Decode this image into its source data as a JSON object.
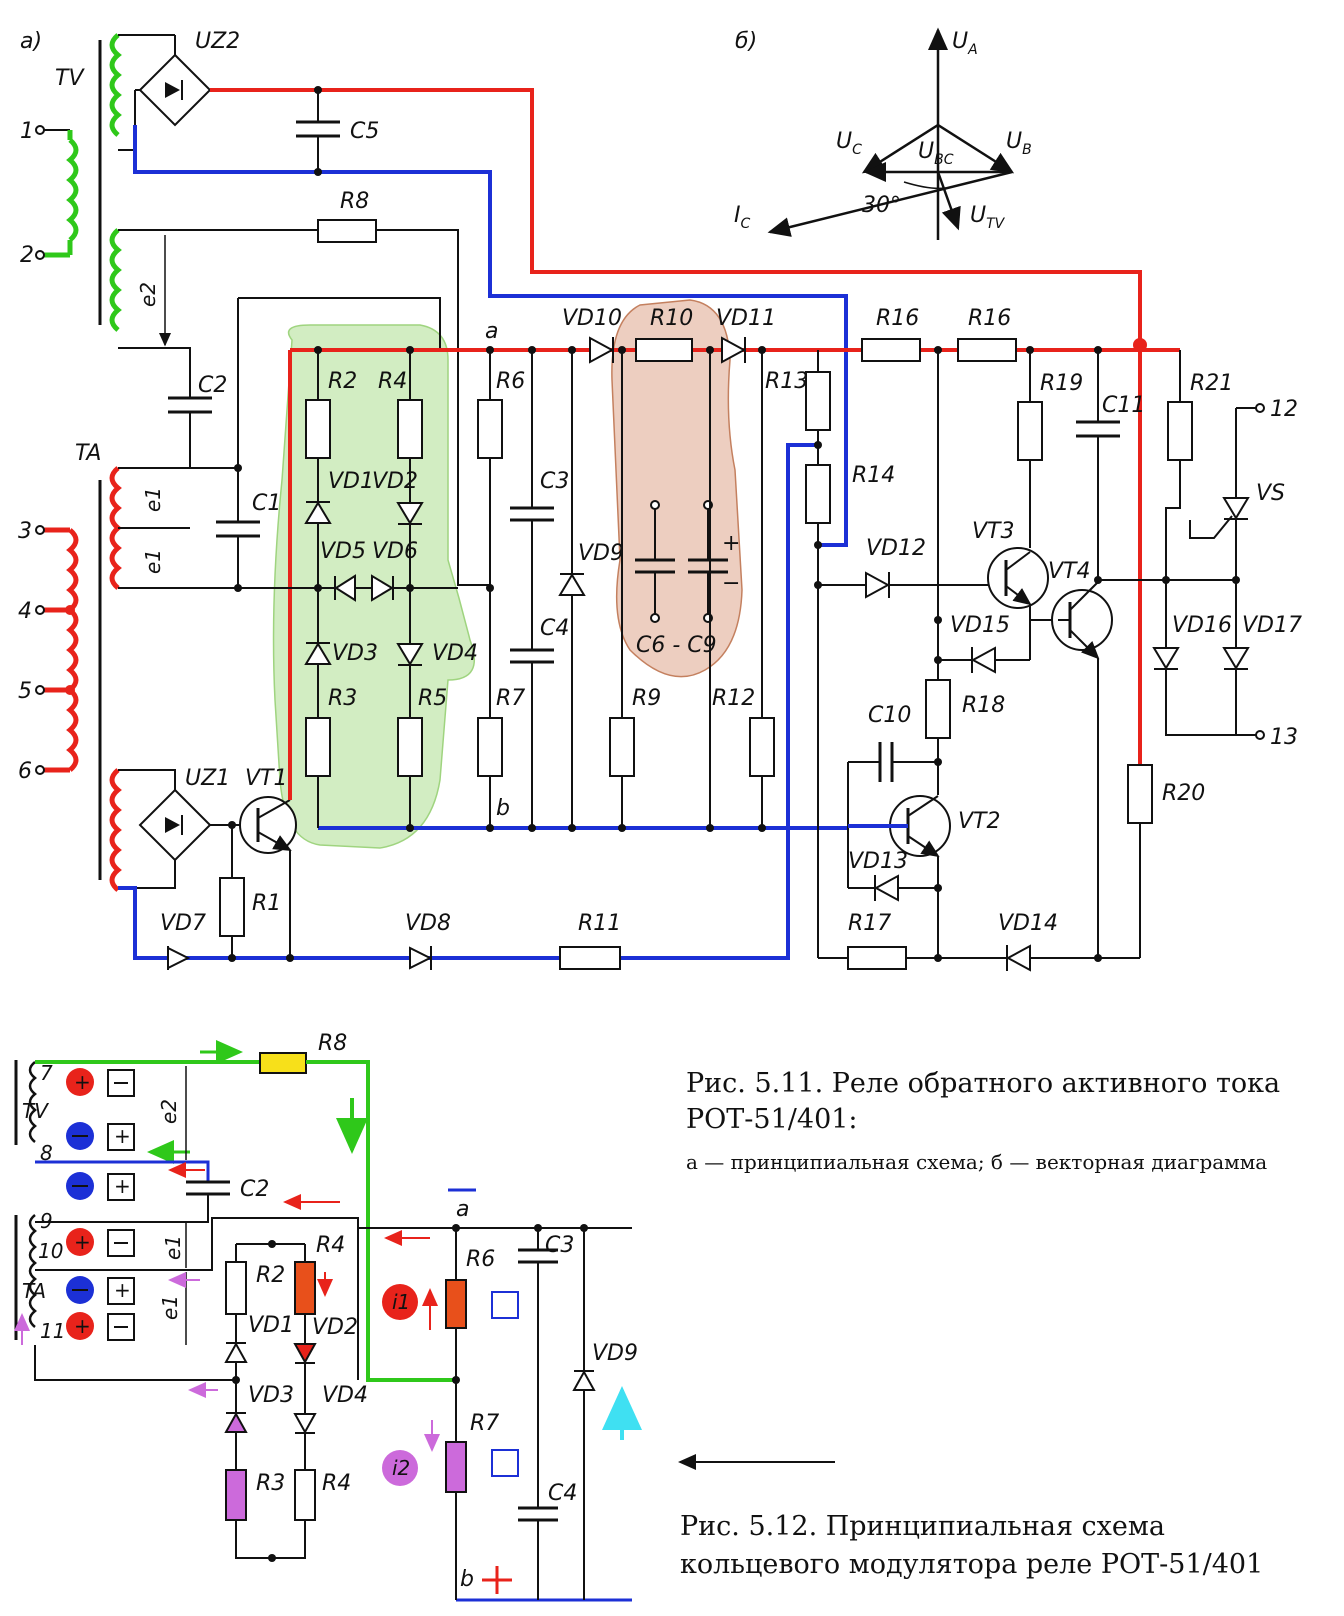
{
  "colors": {
    "red_wire": "#e8231b",
    "blue_wire": "#1c30d6",
    "green_wire": "#2fc81a",
    "green_highlight": "#bfe6a8",
    "brown_highlight": "#e8c2b0",
    "yellow_resistor": "#f7e01a",
    "orange_resistor": "#e8501b",
    "magenta_resistor": "#cc6adb",
    "cyan_arrow": "#3fe0f2"
  },
  "fig_a": {
    "panel_label": "а)",
    "transformers": {
      "tv": "TV",
      "ta": "TA"
    },
    "terminals": [
      "1",
      "2",
      "3",
      "4",
      "5",
      "6",
      "12",
      "13"
    ],
    "emf": {
      "e2": "e2",
      "e1_top": "e1",
      "e1_bot": "e1"
    },
    "nodes": {
      "a": "a",
      "b": "b"
    },
    "bridges": {
      "uz2": "UZ2",
      "uz1": "UZ1"
    },
    "transistors": {
      "vt1": "VT1",
      "vt2": "VT2",
      "vt3": "VT3",
      "vt4": "VT4",
      "vs": "VS"
    },
    "capacitors": {
      "c1": "C1",
      "c2": "C2",
      "c3": "C3",
      "c4": "C4",
      "c5": "C5",
      "c10": "C10",
      "c11": "C11",
      "c6c9": "C6 - C9",
      "plus": "+",
      "minus": "−"
    },
    "resistors": {
      "r1": "R1",
      "r2": "R2",
      "r3": "R3",
      "r4": "R4",
      "r5": "R5",
      "r6": "R6",
      "r7": "R7",
      "r8": "R8",
      "r9": "R9",
      "r10": "R10",
      "r11": "R11",
      "r12": "R12",
      "r13": "R13",
      "r14": "R14",
      "r16a": "R16",
      "r16b": "R16",
      "r17": "R17",
      "r18": "R18",
      "r19": "R19",
      "r20": "R20",
      "r21": "R21"
    },
    "diodes": {
      "vd1": "VD1",
      "vd2": "VD2",
      "vd3": "VD3",
      "vd4": "VD4",
      "vd5": "VD5",
      "vd6": "VD6",
      "vd7": "VD7",
      "vd8": "VD8",
      "vd9": "VD9",
      "vd10": "VD10",
      "vd11": "VD11",
      "vd12": "VD12",
      "vd13": "VD13",
      "vd14": "VD14",
      "vd15": "VD15",
      "vd16": "VD16",
      "vd17": "VD17"
    }
  },
  "fig_b": {
    "panel_label": "б)",
    "ua": "U",
    "ua_sub": "A",
    "ub": "U",
    "ub_sub": "B",
    "uc": "U",
    "uc_sub": "C",
    "ubc": "U",
    "ubc_sub": "BC",
    "ic": "I",
    "ic_sub": "C",
    "utv": "U",
    "utv_sub": "TV",
    "angle": "30°"
  },
  "fig_512": {
    "tv": "TV",
    "ta": "TA",
    "terminals": [
      "7",
      "8",
      "9",
      "10",
      "11"
    ],
    "r8": "R8",
    "e2": "e2",
    "e1a": "e1",
    "e1b": "e1",
    "c2": "C2",
    "a": "a",
    "b": "b",
    "r2": "R2",
    "r3": "R3",
    "r4a": "R4",
    "r4b": "R4",
    "r6": "R6",
    "r7": "R7",
    "vd1": "VD1",
    "vd2": "VD2",
    "vd3": "VD3",
    "vd4": "VD4",
    "vd9": "VD9",
    "c3": "C3",
    "c4": "C4",
    "i1": "i1",
    "i2": "i2"
  },
  "captions": {
    "fig511_title": "Рис. 5.11. Реле обратного активного тока РОТ-51/401:",
    "fig511_sub": "а — принципиальная схема; б — векторная диаграмма",
    "fig512_title": "Рис. 5.12. Принципиальная схема кольцевого модулятора реле РОТ-51/401"
  }
}
